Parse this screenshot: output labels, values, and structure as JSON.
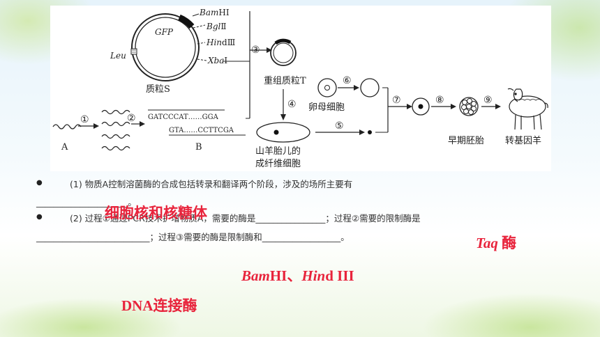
{
  "figure": {
    "plasmid_label": "质粒S",
    "gfp": "GFP",
    "leu": "Leu",
    "enzymes": [
      {
        "italic": "Bam",
        "plain": "HⅠ"
      },
      {
        "italic": "Bgl",
        "plain": "Ⅱ"
      },
      {
        "italic": "Hin",
        "plain": "dⅢ"
      },
      {
        "italic": "Xba",
        "plain": "Ⅰ"
      }
    ],
    "steps": [
      "①",
      "②",
      "③",
      "④",
      "⑤",
      "⑥",
      "⑦",
      "⑧",
      "⑨"
    ],
    "label_a": "A",
    "label_b": "B",
    "seq_top": "GATCCCAT……GGA",
    "seq_bottom": "GTA……CCTTCGA",
    "recombinant_plasmid": "重组质粒T",
    "oocyte": "卵母细胞",
    "fibroblast_line1": "山羊胎儿的",
    "fibroblast_line2": "成纤维细胞",
    "early_embryo": "早期胚胎",
    "transgenic_goat": "转基因羊"
  },
  "questions": {
    "q1_text": "(1) 物质A控制溶菌酶的合成包括转录和翻译两个阶段，涉及的场所主要有",
    "q1_blank": "_____________________。",
    "q2_text": "(2) 过程①通过PCR技术扩增物质A，需要的酶是________________；过程②需要的限制酶是",
    "q2_line2": "__________________________；过程③需要的酶是限制酶和__________________。"
  },
  "answers": {
    "a1": "细胞核和核糖体",
    "a2_italic": "Taq",
    "a2_plain": " 酶",
    "a3_part1_italic": "Bam",
    "a3_part1_plain": "HI、",
    "a3_part2_italic": "Hin",
    "a3_part2_plain": "d III",
    "a4": "DNA连接酶"
  }
}
